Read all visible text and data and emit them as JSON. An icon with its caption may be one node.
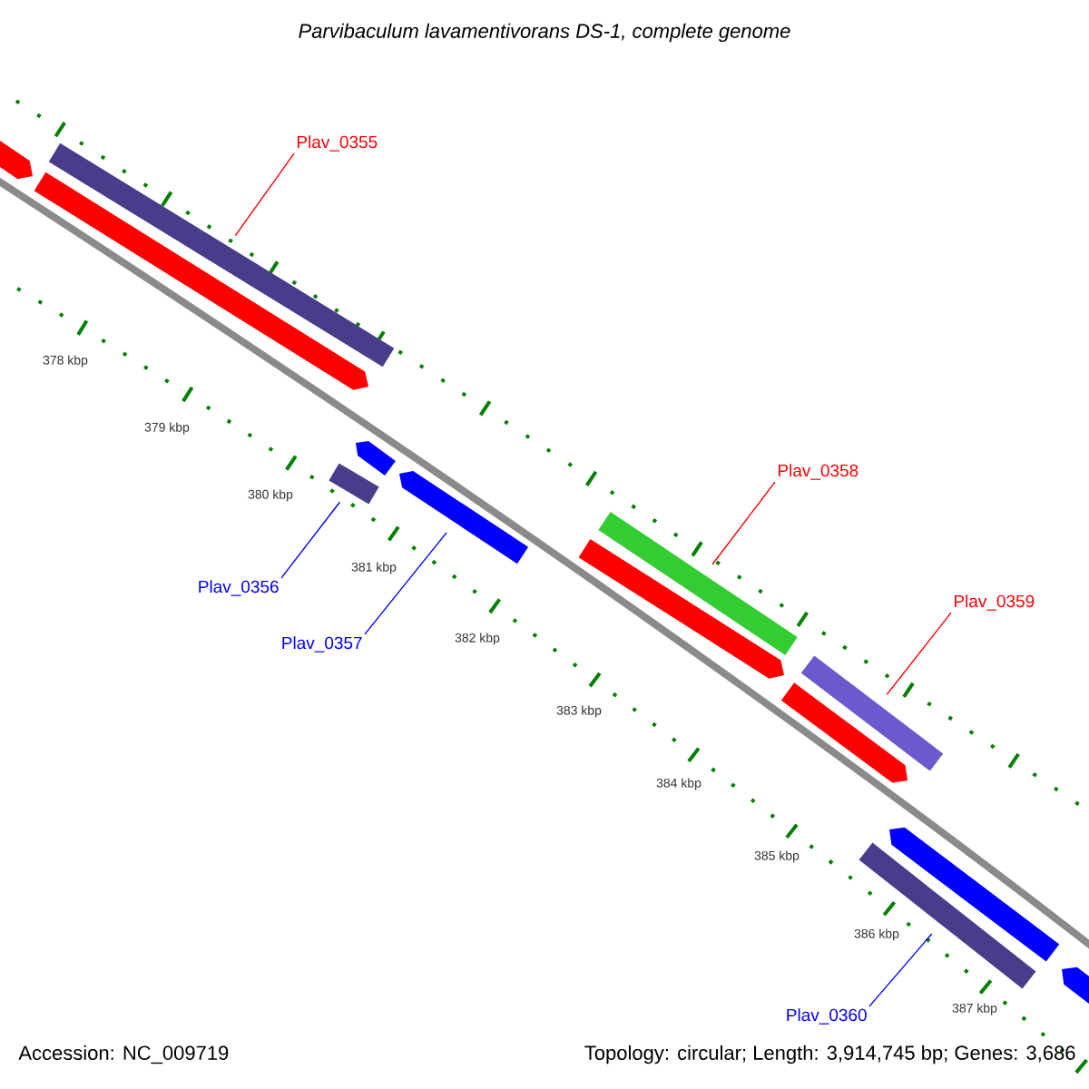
{
  "diagram": {
    "title": "Parvibaculum lavamentivorans DS-1, complete genome",
    "nodes": [
      {
        "text": [
          "Plav_0355"
        ]
      },
      {
        "text": [
          "Plav_0356"
        ]
      },
      {
        "text": [
          "Plav_0357"
        ]
      },
      {
        "text": [
          "Plav_0358"
        ]
      },
      {
        "text": [
          "Plav_0359"
        ]
      },
      {
        "text": [
          "Plav_0360"
        ]
      },
      {
        "text": [],
        "shape": "bar"
      },
      {
        "text": [],
        "shape": "bar"
      },
      {
        "text": [],
        "shape": "bar"
      },
      {
        "text": [],
        "shape": "bar"
      },
      {
        "text": [],
        "shape": "bar"
      },
      {
        "text": [],
        "shape": "bar"
      },
      {
        "text": [],
        "shape": "bar"
      },
      {
        "text": [],
        "shape": "bar"
      },
      {
        "text": [],
        "shape": "bar"
      },
      {
        "text": [],
        "shape": "bar"
      },
      {
        "text": [],
        "shape": "bar"
      },
      {
        "text": [],
        "shape": "bar"
      },
      {
        "text": [],
        "shape": "bar"
      }
    ],
    "edges": [
      {
        "from": 0,
        "to": 6,
        "arrow": "none"
      },
      {
        "from": 1,
        "to": 7,
        "arrow": "none",
        "color": "#0000ff"
      },
      {
        "from": 2,
        "to": 8,
        "arrow": "none",
        "color": "#0000ff"
      },
      {
        "from": 3,
        "to": 9,
        "arrow": "none"
      },
      {
        "from": 4,
        "to": 10,
        "arrow": "none"
      },
      {
        "from": 5,
        "to": 11,
        "arrow": "none",
        "color": "#0000ff"
      }
    ],
    "labels": [
      "378 kbp",
      "379 kbp",
      "380 kbp",
      "381 kbp",
      "382 kbp",
      "383 kbp",
      "384 kbp",
      "385 kbp",
      "386 kbp",
      "387 kbp",
      "Accession: NC_009719",
      "Topology: circular; Length: 3,914,745 bp; Genes: 3,686"
    ]
  }
}
